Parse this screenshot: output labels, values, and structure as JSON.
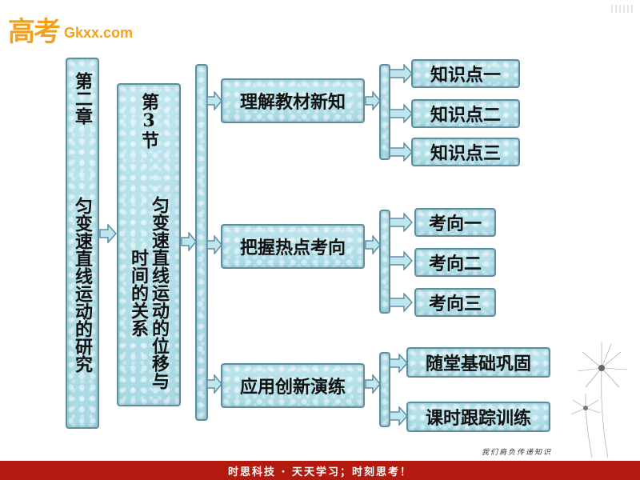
{
  "logo": {
    "cn": "高考",
    "en": "Gkxx.com"
  },
  "chapter": {
    "label": "第二章",
    "title": "匀变速直线运动的研究"
  },
  "section": {
    "label": "第3节",
    "title": "匀变速直线运动的位移与时间的关系"
  },
  "groups": [
    {
      "title": "理解教材新知",
      "items": [
        "知识点一",
        "知识点二",
        "知识点三"
      ]
    },
    {
      "title": "把握热点考向",
      "items": [
        "考向一",
        "考向二",
        "考向三"
      ]
    },
    {
      "title": "应用创新演练",
      "items": [
        "随堂基础巩固",
        "课时跟踪训练"
      ]
    }
  ],
  "footer": {
    "text": "时思科技 · 天天学习；时刻思考！",
    "motto": "我们肩负传递知识"
  }
}
